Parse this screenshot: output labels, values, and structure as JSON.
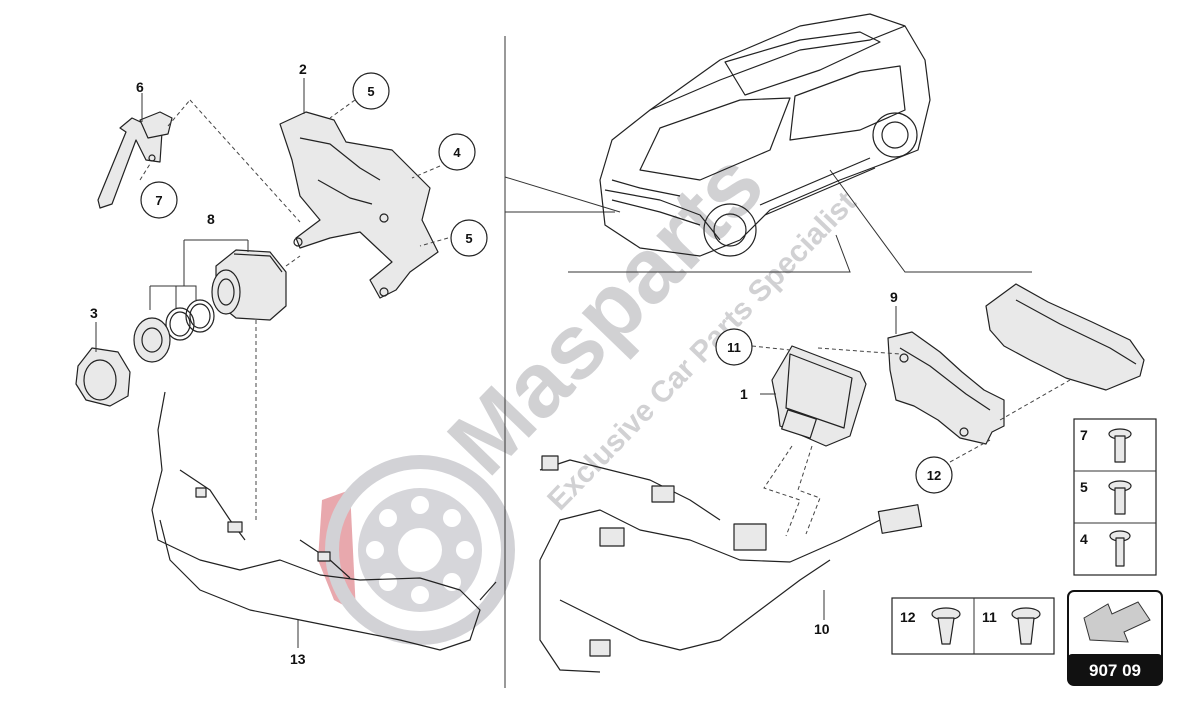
{
  "diagram_code": "907 09",
  "watermark": {
    "brand": "Masparts",
    "tagline": "Exclusive Car Parts Specialist"
  },
  "callouts": [
    {
      "id": "c1",
      "text": "1",
      "circled": false
    },
    {
      "id": "c2",
      "text": "2",
      "circled": false
    },
    {
      "id": "c3",
      "text": "3",
      "circled": false
    },
    {
      "id": "c4",
      "text": "4",
      "circled": true
    },
    {
      "id": "c5a",
      "text": "5",
      "circled": true
    },
    {
      "id": "c5b",
      "text": "5",
      "circled": true
    },
    {
      "id": "c6",
      "text": "6",
      "circled": false
    },
    {
      "id": "c7",
      "text": "7",
      "circled": true
    },
    {
      "id": "c8",
      "text": "8",
      "circled": false
    },
    {
      "id": "c9",
      "text": "9",
      "circled": false
    },
    {
      "id": "c10",
      "text": "10",
      "circled": false
    },
    {
      "id": "c11",
      "text": "11",
      "circled": true
    },
    {
      "id": "c12",
      "text": "12",
      "circled": true
    },
    {
      "id": "c13",
      "text": "13",
      "circled": false
    }
  ],
  "fastener_legend_right": [
    "7",
    "5",
    "4"
  ],
  "fastener_legend_bottom": [
    "12",
    "11"
  ],
  "colors": {
    "ink": "#222222",
    "watermark": "#c9c9cc",
    "watermark_red": "#e8a8ad",
    "code_box": "#111111"
  }
}
